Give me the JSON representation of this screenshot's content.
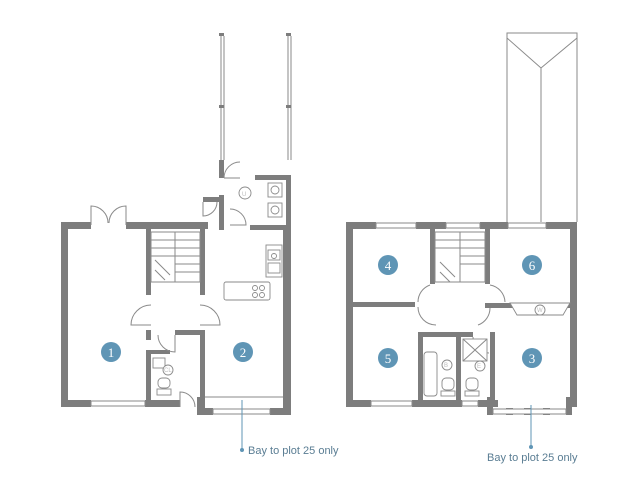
{
  "rooms": [
    {
      "id": "1",
      "label": "1"
    },
    {
      "id": "2",
      "label": "2"
    },
    {
      "id": "3",
      "label": "3"
    },
    {
      "id": "4",
      "label": "4"
    },
    {
      "id": "5",
      "label": "5"
    },
    {
      "id": "6",
      "label": "6"
    }
  ],
  "notes": {
    "ground_bay": "Bay to plot 25 only",
    "first_bay": "Bay to plot 25 only"
  },
  "fixtures": {
    "utility_appliance": "U",
    "cloakroom_wc": "CL",
    "bathroom_appliance": "B",
    "ensuite_appliance": "E",
    "wardrobe": "W"
  },
  "colors": {
    "wall": "#7d7d7d",
    "room_marker": "#5f95b5",
    "note_text": "#5a7d93"
  }
}
